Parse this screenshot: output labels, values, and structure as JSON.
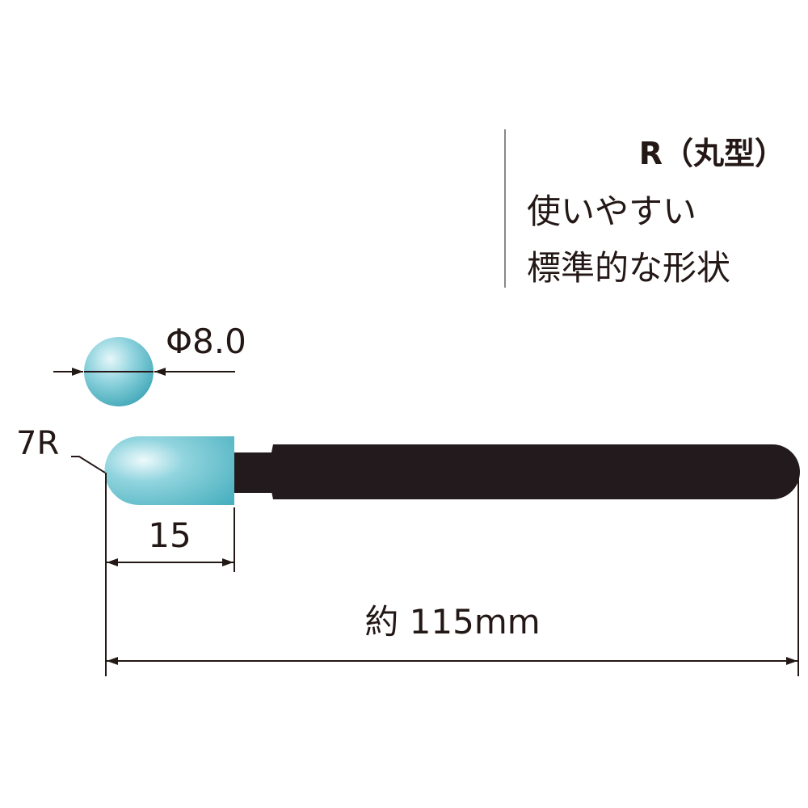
{
  "title": "R（丸型）",
  "description_lines": [
    "使いやすい",
    "標準的な形状"
  ],
  "dimensions": {
    "tip_diameter": "Φ8.0",
    "tip_radius": "7R",
    "tip_length": "15",
    "total_length": "約 115mm"
  },
  "colors": {
    "tip": "#5fbfcc",
    "tip_highlight": "#e6f7fa",
    "handle": "#221a1c",
    "lines": "#231815"
  }
}
